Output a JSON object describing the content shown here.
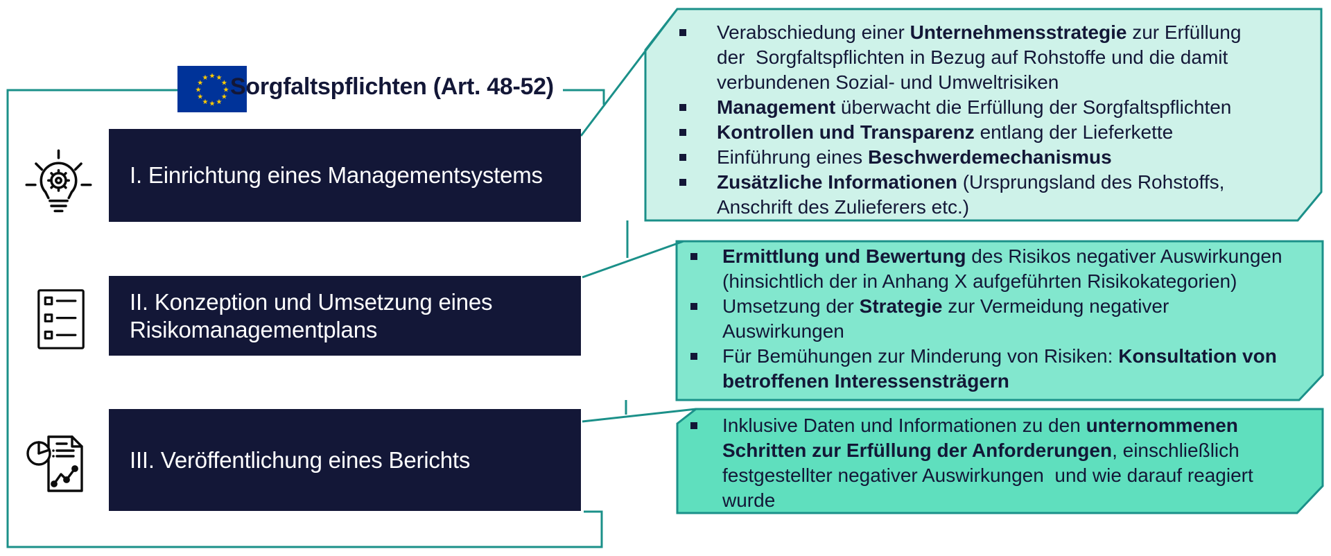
{
  "colors": {
    "teal": "#1B9089",
    "navy": "#131737",
    "text": "#131737",
    "callout1_fill": "#CEF2E9",
    "callout2_fill": "#82E7CE",
    "callout3_fill": "#5FDFBE",
    "flag_blue": "#003399",
    "flag_star": "#FFCC00"
  },
  "header": {
    "title": "Sorgfaltspflichten (Art. 48-52)",
    "flag_icon": "eu-flag"
  },
  "steps": [
    {
      "icon": "lightbulb-gear-icon",
      "lines": [
        "I. Einrichtung eines Managementsystems"
      ]
    },
    {
      "icon": "checklist-icon",
      "lines": [
        "II. Konzeption und Umsetzung eines",
        "Risikomanagementplans"
      ]
    },
    {
      "icon": "report-chart-icon",
      "lines": [
        "III. Veröffentlichung eines Berichts"
      ]
    }
  ],
  "callouts": [
    {
      "fill": "#CEF2E9",
      "lines": [
        {
          "bullet": true,
          "segments": [
            {
              "t": "Verabschiedung einer ",
              "b": false
            },
            {
              "t": "Unternehmensstrategie",
              "b": true
            },
            {
              "t": " zur Erfüllung",
              "b": false
            }
          ]
        },
        {
          "bullet": false,
          "segments": [
            {
              "t": "der  Sorgfaltspflichten in Bezug auf Rohstoffe und die damit",
              "b": false
            }
          ]
        },
        {
          "bullet": false,
          "segments": [
            {
              "t": "verbundenen Sozial- und Umweltrisiken",
              "b": false
            }
          ]
        },
        {
          "bullet": true,
          "segments": [
            {
              "t": "Management",
              "b": true
            },
            {
              "t": " überwacht die Erfüllung der Sorgfaltspflichten",
              "b": false
            }
          ]
        },
        {
          "bullet": true,
          "segments": [
            {
              "t": "Kontrollen und Transparenz",
              "b": true
            },
            {
              "t": " entlang der Lieferkette",
              "b": false
            }
          ]
        },
        {
          "bullet": true,
          "segments": [
            {
              "t": "Einführung eines ",
              "b": false
            },
            {
              "t": "Beschwerdemechanismus",
              "b": true
            }
          ]
        },
        {
          "bullet": true,
          "segments": [
            {
              "t": "Zusätzliche Informationen",
              "b": true
            },
            {
              "t": " (Ursprungsland des Rohstoffs,",
              "b": false
            }
          ]
        },
        {
          "bullet": false,
          "segments": [
            {
              "t": "Anschrift des Zulieferers etc.)",
              "b": false
            }
          ]
        }
      ]
    },
    {
      "fill": "#82E7CE",
      "lines": [
        {
          "bullet": true,
          "segments": [
            {
              "t": "Ermittlung und Bewertung",
              "b": true
            },
            {
              "t": " des Risikos negativer Auswirkungen",
              "b": false
            }
          ]
        },
        {
          "bullet": false,
          "segments": [
            {
              "t": "(hinsichtlich der in Anhang X aufgeführten Risikokategorien)",
              "b": false
            }
          ]
        },
        {
          "bullet": true,
          "segments": [
            {
              "t": "Umsetzung der ",
              "b": false
            },
            {
              "t": "Strategie",
              "b": true
            },
            {
              "t": " zur Vermeidung negativer",
              "b": false
            }
          ]
        },
        {
          "bullet": false,
          "segments": [
            {
              "t": "Auswirkungen",
              "b": false
            }
          ]
        },
        {
          "bullet": true,
          "segments": [
            {
              "t": "Für Bemühungen zur Minderung von Risiken: ",
              "b": false
            },
            {
              "t": "Konsultation von",
              "b": true
            }
          ]
        },
        {
          "bullet": false,
          "segments": [
            {
              "t": "betroffenen Interessensträgern",
              "b": true
            }
          ]
        }
      ]
    },
    {
      "fill": "#5FDFBE",
      "lines": [
        {
          "bullet": true,
          "segments": [
            {
              "t": "Inklusive Daten und Informationen zu den ",
              "b": false
            },
            {
              "t": "unternommenen",
              "b": true
            }
          ]
        },
        {
          "bullet": false,
          "segments": [
            {
              "t": "Schritten zur Erfüllung der Anforderungen",
              "b": true
            },
            {
              "t": ", einschließlich",
              "b": false
            }
          ]
        },
        {
          "bullet": false,
          "segments": [
            {
              "t": "festgestellter negativer Auswirkungen  und wie darauf reagiert",
              "b": false
            }
          ]
        },
        {
          "bullet": false,
          "segments": [
            {
              "t": "wurde",
              "b": false
            }
          ]
        }
      ]
    }
  ]
}
